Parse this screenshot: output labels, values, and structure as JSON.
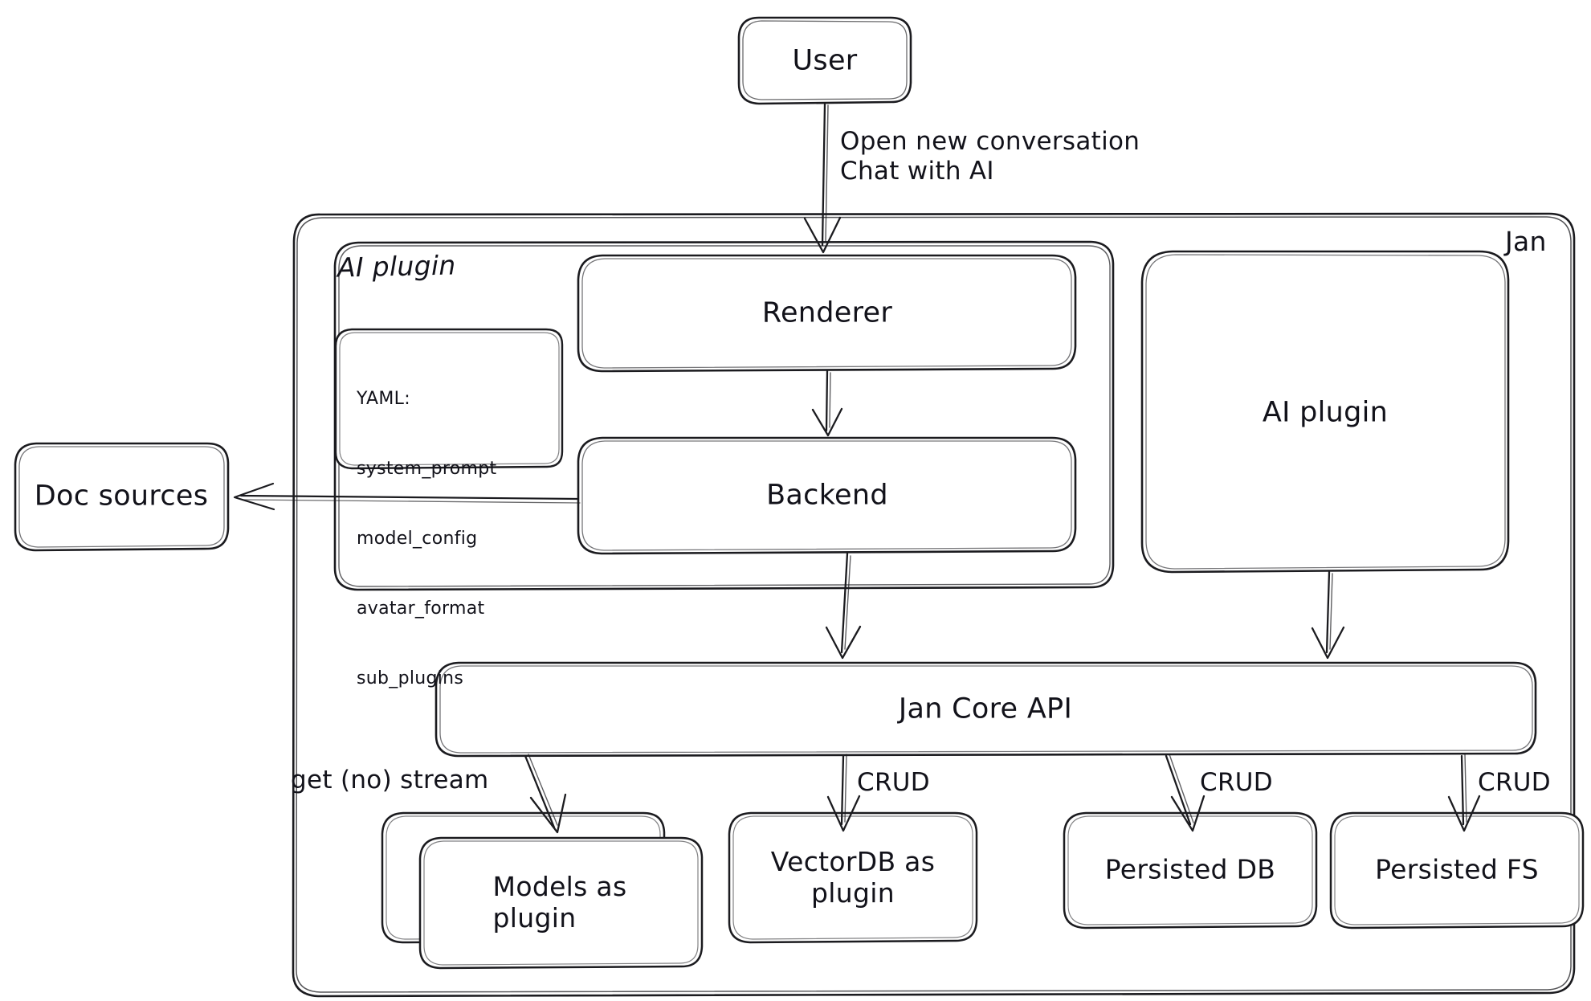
{
  "diagram": {
    "title": "Jan architecture sketch",
    "style": "hand-drawn",
    "stroke_color": "#1b1b1f",
    "background_color": "#ffffff"
  },
  "containers": {
    "jan": {
      "label": "Jan"
    },
    "ai_plugin_group": {
      "label": "AI plugin"
    }
  },
  "nodes": {
    "user": {
      "label": "User"
    },
    "renderer": {
      "label": "Renderer"
    },
    "backend": {
      "label": "Backend"
    },
    "ai_plugin_right": {
      "label": "AI plugin"
    },
    "doc_sources": {
      "label": "Doc sources"
    },
    "jan_core_api": {
      "label": "Jan Core API"
    },
    "models_as_plugin": {
      "label": "Models as\nplugin"
    },
    "vectordb_as_plugin": {
      "label": "VectorDB as\nplugin"
    },
    "persisted_db": {
      "label": "Persisted DB"
    },
    "persisted_fs": {
      "label": "Persisted FS"
    }
  },
  "yaml_card": {
    "header": "YAML:",
    "items": [
      "system_prompt",
      "model_config",
      "avatar_format",
      "sub_plugins"
    ]
  },
  "edges": {
    "user_to_renderer": {
      "label": "Open new conversation\nChat with AI"
    },
    "renderer_to_backend": {
      "label": ""
    },
    "backend_to_doc_sources": {
      "label": ""
    },
    "backend_to_core": {
      "label": ""
    },
    "ai_plugin_to_core": {
      "label": ""
    },
    "core_to_models": {
      "label": "get (no) stream"
    },
    "core_to_vectordb": {
      "label": "CRUD"
    },
    "core_to_persisted_db": {
      "label": "CRUD"
    },
    "core_to_persisted_fs": {
      "label": "CRUD"
    }
  }
}
